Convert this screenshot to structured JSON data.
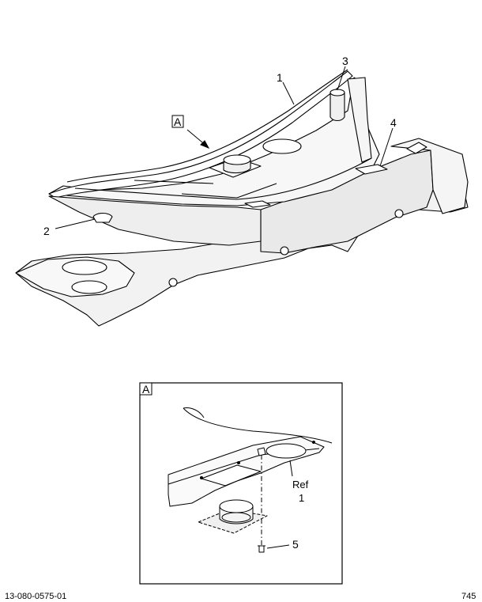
{
  "callouts": {
    "c1": "1",
    "c2": "2",
    "c3": "3",
    "c4": "4",
    "c5": "5",
    "view_a": "A",
    "inset_label": "A",
    "ref_text": "Ref",
    "ref_num": "1"
  },
  "footer": {
    "left": "13-080-0575-01",
    "right": "745"
  },
  "colors": {
    "line": "#000000",
    "shade": "#efefef",
    "shade_dark": "#d9d9d9",
    "background": "#ffffff"
  }
}
